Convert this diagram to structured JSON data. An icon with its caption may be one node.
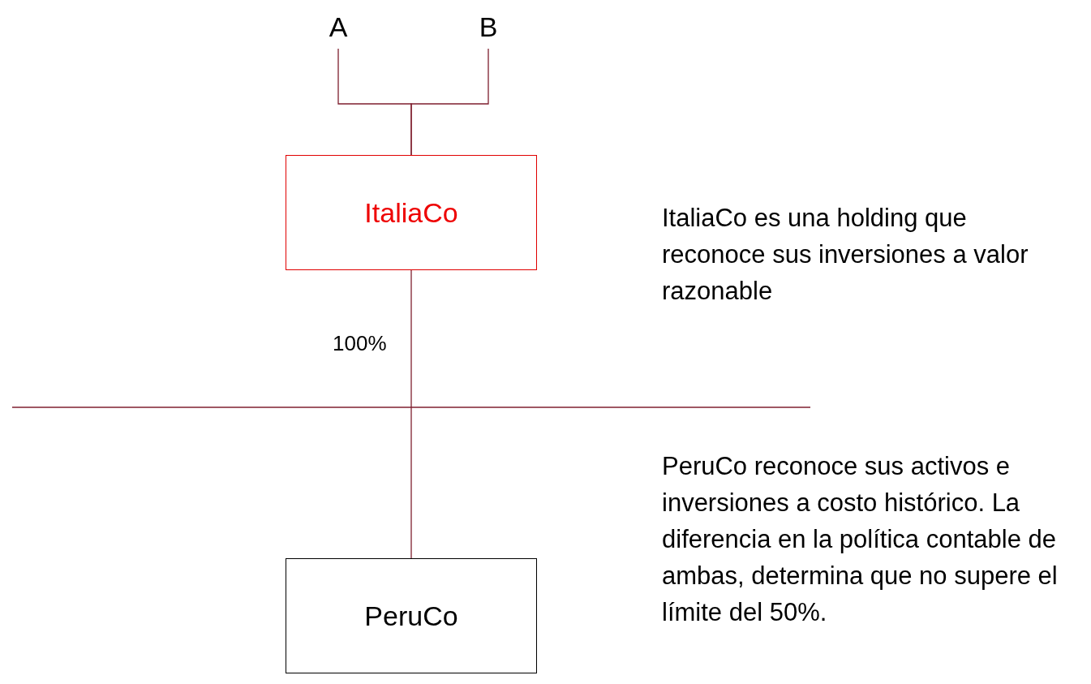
{
  "diagram": {
    "nodes": [
      {
        "text": [
          "A"
        ]
      },
      {
        "text": [
          "B"
        ]
      },
      {
        "text": [
          "ItaliaCo"
        ]
      },
      {
        "text": [
          "PeruCo"
        ]
      }
    ],
    "edges": [
      {
        "from": 0,
        "to": 2,
        "arrow": "none"
      },
      {
        "from": 1,
        "to": 2,
        "arrow": "none"
      },
      {
        "from": 2,
        "to": 3,
        "label": "100%",
        "arrow": "none"
      }
    ],
    "labels": [
      "ItaliaCo es una holding que reconoce sus inversiones a valor razonable",
      "PeruCo reconoce sus activos e inversiones a costo histórico. La diferencia en la política contable de ambas, determina que no supere el límite del 50%."
    ]
  }
}
